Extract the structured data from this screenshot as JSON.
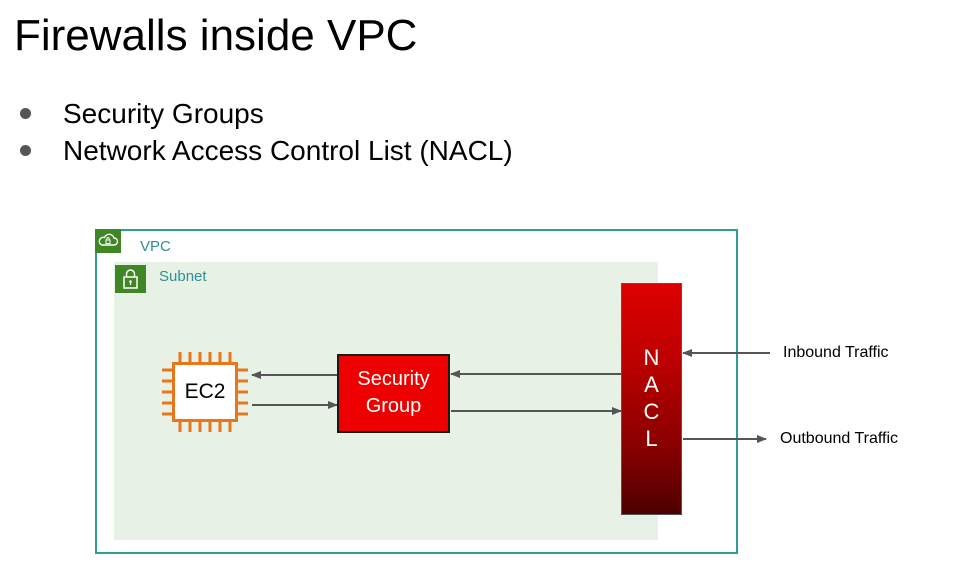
{
  "slide": {
    "title": "Firewalls inside VPC",
    "bullets": [
      "Security Groups",
      "Network Access Control List (NACL)"
    ]
  },
  "diagram": {
    "vpc": {
      "label": "VPC",
      "icon": "vpc-cloud-icon"
    },
    "subnet": {
      "label": "Subnet",
      "icon": "subnet-lock-icon"
    },
    "ec2": {
      "label": "EC2",
      "icon": "ec2-chip-icon"
    },
    "security_group": {
      "line1": "Security",
      "line2": "Group"
    },
    "nacl": {
      "letters": [
        "N",
        "A",
        "C",
        "L"
      ]
    },
    "inbound_label": "Inbound Traffic",
    "outbound_label": "Outbound Traffic"
  },
  "colors": {
    "vpc_border": "#2e9c97",
    "subnet_fill": "#e8f1e6",
    "aws_icon_green": "#3f8624",
    "ec2_orange": "#e8761a",
    "security_group_red": "#ee0000",
    "nacl_red_top": "#dd0000",
    "nacl_red_bottom": "#4e0000",
    "arrow_gray": "#555555"
  }
}
